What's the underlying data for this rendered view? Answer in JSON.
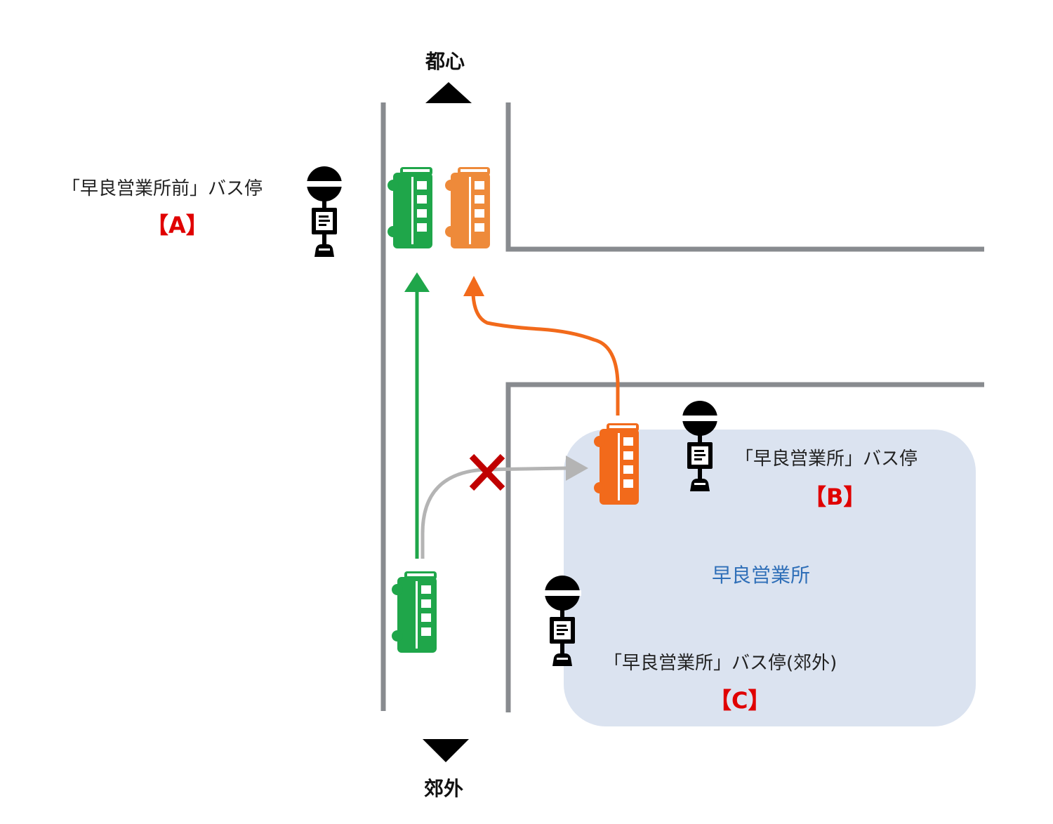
{
  "directions": {
    "north": "都心",
    "south": "郊外"
  },
  "office_label": "早良営業所",
  "stops": [
    {
      "name": "「早良営業所前」バス停",
      "code": "【A】"
    },
    {
      "name": "「早良営業所」バス停",
      "code": "【B】"
    },
    {
      "name": "「早良営業所」バス停(郊外)",
      "code": "【C】"
    }
  ],
  "colors": {
    "road": "#888b8f",
    "green_bus": "#1fa64a",
    "orange_bus_light": "#ee8a3a",
    "orange_bus": "#f26a1b",
    "orange_route": "#f26a1b",
    "gray_route": "#b4b4b4",
    "cross": "#c00000",
    "office_area": "#dbe3f0",
    "stop_code": "#e00000",
    "office_text": "#2f6fb8"
  },
  "icons": [
    "bus-icon",
    "bus-stop-icon",
    "arrow-up-icon",
    "arrow-down-icon",
    "cross-mark-icon"
  ]
}
